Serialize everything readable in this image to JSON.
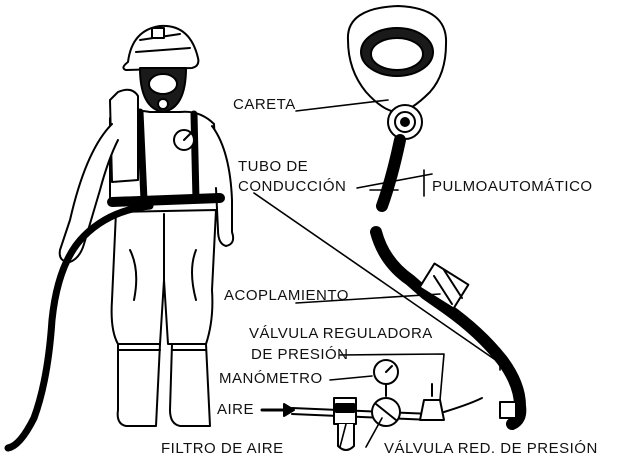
{
  "labels": {
    "careta": "CARETA",
    "tubo_line1": "TUBO DE",
    "tubo_line2": "CONDUCCIÓN",
    "pulmoautomatico": "PULMOAUTOMÁTICO",
    "acoplamiento": "ACOPLAMIENTO",
    "valvula_reg_line1": "VÁLVULA REGULADORA",
    "valvula_reg_line2": "DE PRESIÓN",
    "manometro": "MANÓMETRO",
    "aire": "AIRE",
    "filtro": "FILTRO DE AIRE",
    "valvula_red": "VÁLVULA RED. DE PRESIÓN"
  }
}
